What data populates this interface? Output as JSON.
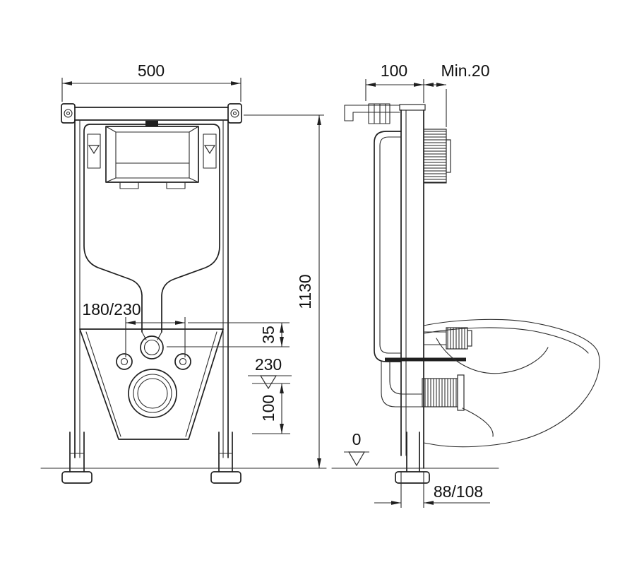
{
  "meta": {
    "type": "technical-installation-drawing",
    "subject": "concealed WC cistern mounting frame, front view and side view"
  },
  "colors": {
    "line": "#1f1f1f",
    "background": "#ffffff"
  },
  "front_view": {
    "dim_width": "500",
    "dim_height": "1130",
    "dim_bolt_spacing": "180/230",
    "dim_flush_offset": "35",
    "dim_level_230": "230",
    "dim_outlet_100": "100"
  },
  "side_view": {
    "dim_depth": "100",
    "dim_min_clearance": "Min.20",
    "dim_floor_level": "0",
    "dim_outlet_offset": "88/108"
  }
}
